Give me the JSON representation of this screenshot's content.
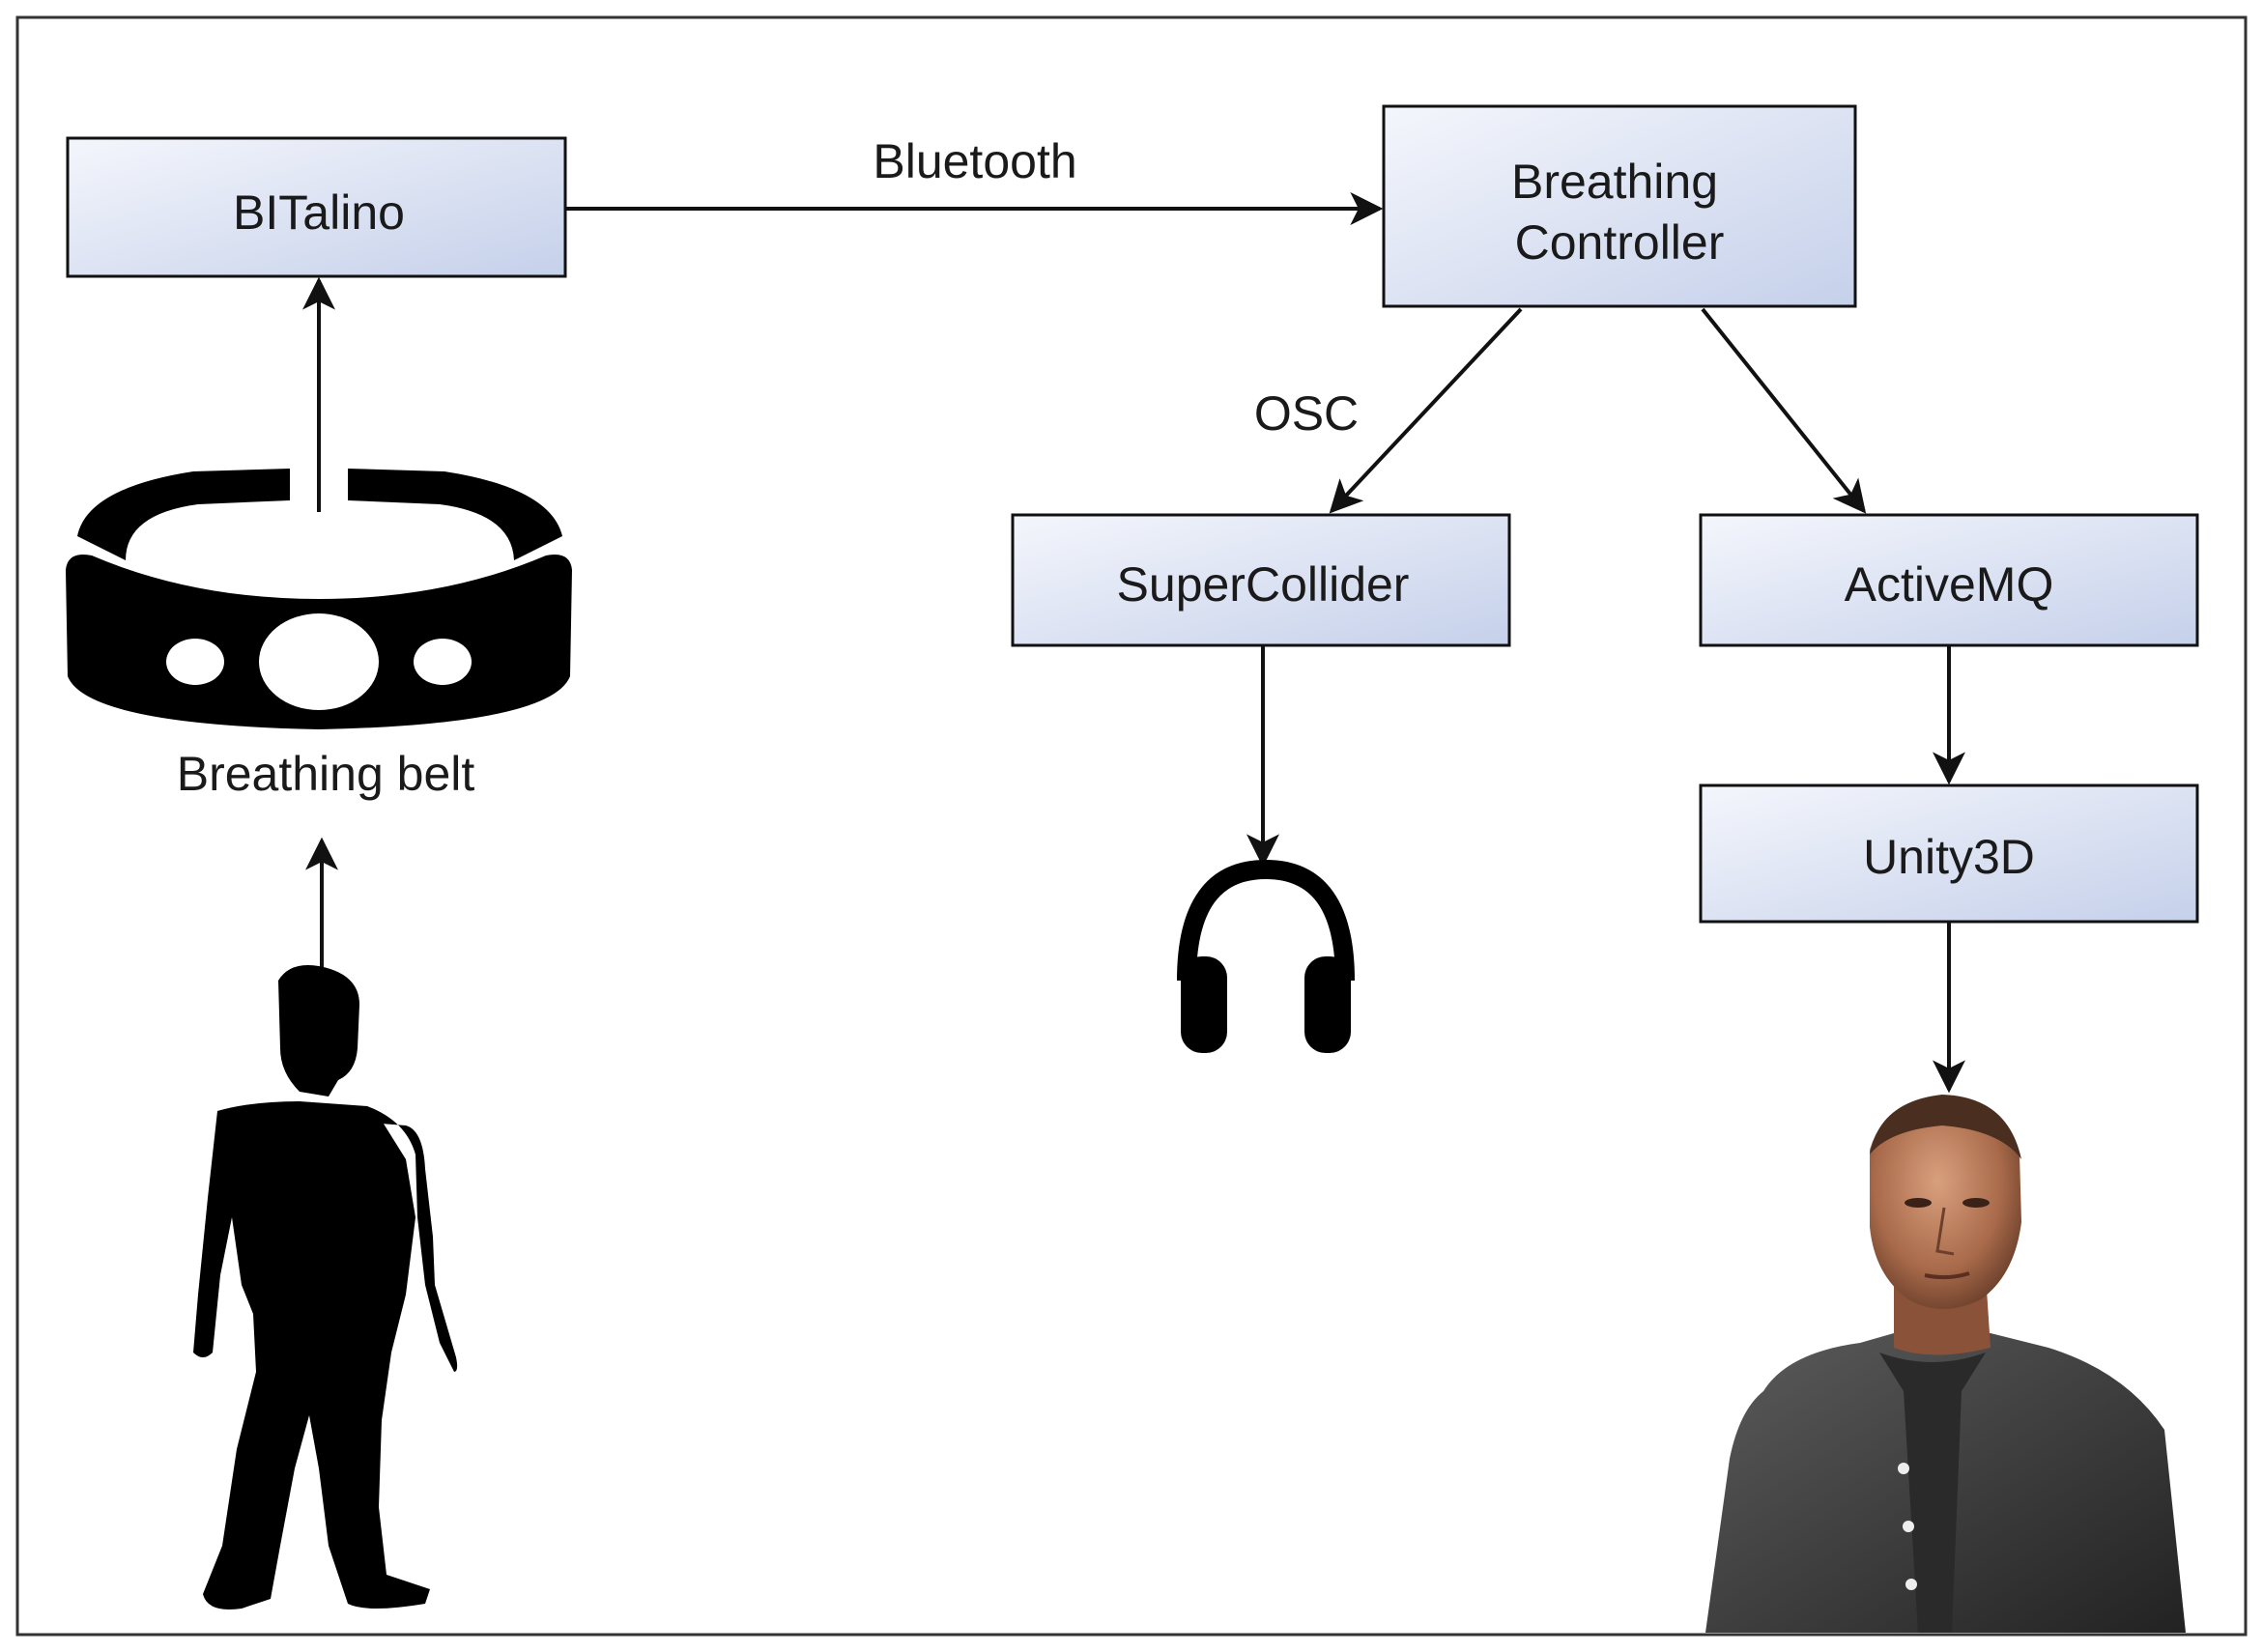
{
  "nodes": {
    "bitalino": "BITalino",
    "breathing_controller_line1": "Breathing",
    "breathing_controller_line2": "Controller",
    "supercollider": "SuperCollider",
    "activemq": "ActiveMQ",
    "unity3d": "Unity3D"
  },
  "edges": {
    "bluetooth": "Bluetooth",
    "osc": "OSC"
  },
  "images": {
    "breathing_belt_caption": "Breathing belt"
  },
  "colors": {
    "box_top": "#f4f6fc",
    "box_bottom": "#c5d0ea",
    "stroke": "#111111"
  }
}
